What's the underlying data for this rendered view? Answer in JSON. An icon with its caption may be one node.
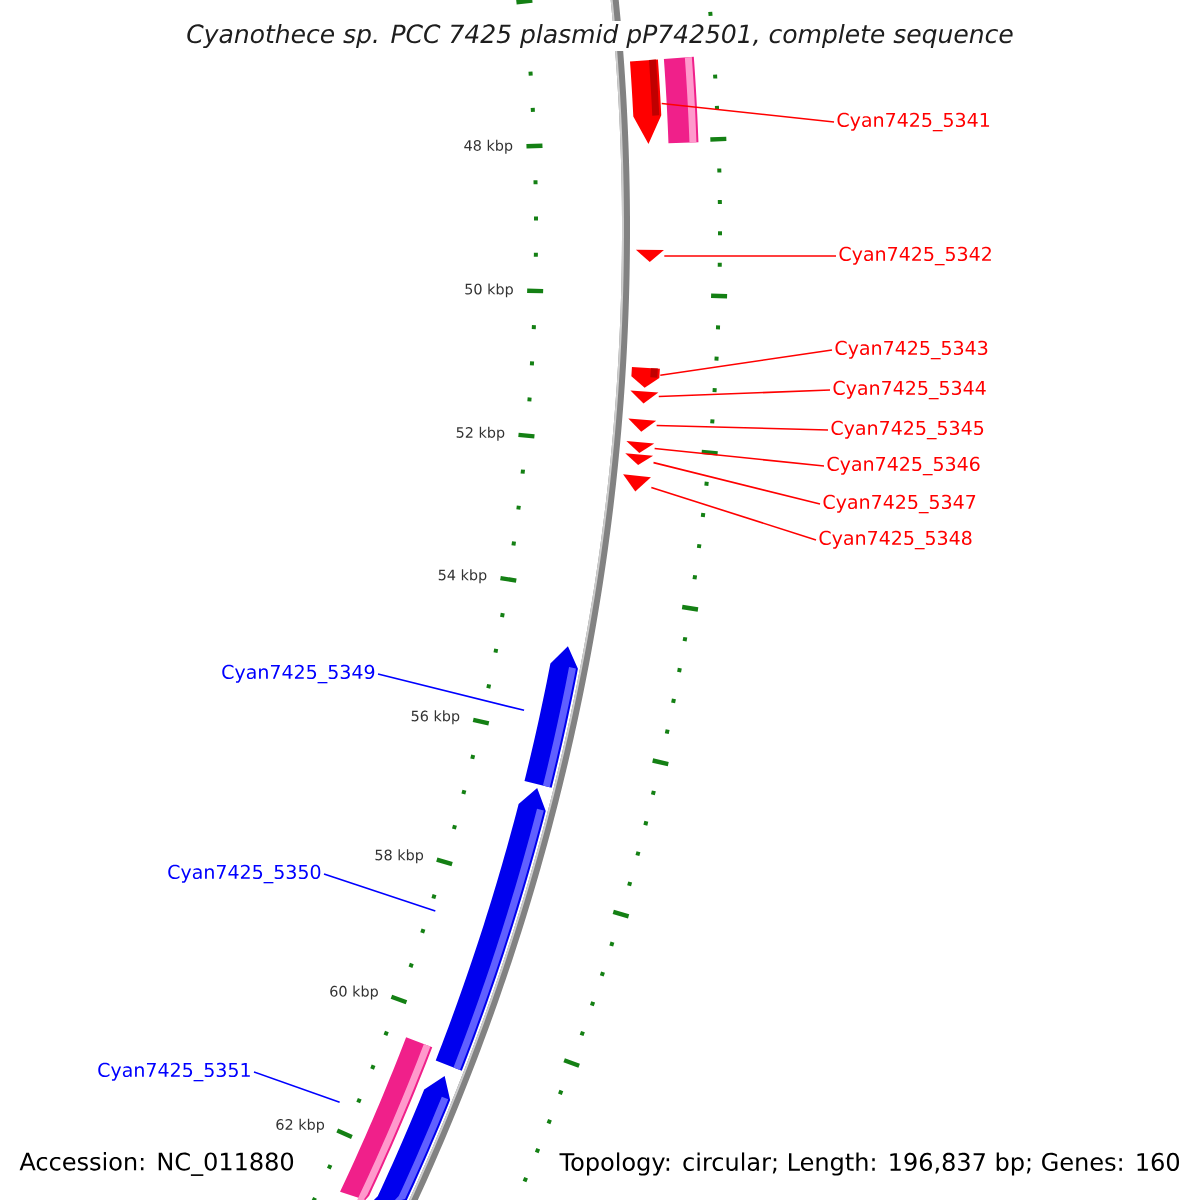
{
  "diagram": {
    "title": "Cyanothece sp. PCC 7425 plasmid pP742501, complete sequence",
    "nodes": [
      {
        "text": [
          "Cyan7425_5341"
        ]
      },
      {
        "text": [
          "Cyan7425_5342"
        ]
      },
      {
        "text": [
          "Cyan7425_5343"
        ]
      },
      {
        "text": [
          "Cyan7425_5344"
        ]
      },
      {
        "text": [
          "Cyan7425_5345"
        ]
      },
      {
        "text": [
          "Cyan7425_5346"
        ]
      },
      {
        "text": [
          "Cyan7425_5347"
        ]
      },
      {
        "text": [
          "Cyan7425_5348"
        ]
      },
      {
        "text": [
          "Cyan7425_5349"
        ]
      },
      {
        "text": [
          "Cyan7425_5350"
        ]
      },
      {
        "text": [
          "Cyan7425_5351"
        ]
      },
      {
        "text": [],
        "shape": "arrow"
      },
      {
        "text": [],
        "shape": "bar"
      },
      {
        "text": [],
        "shape": "arrow"
      },
      {
        "text": [],
        "shape": "arrow"
      },
      {
        "text": [],
        "shape": "arrow"
      },
      {
        "text": [],
        "shape": "arrow"
      },
      {
        "text": [],
        "shape": "arrow"
      },
      {
        "text": [],
        "shape": "arrow"
      },
      {
        "text": [],
        "shape": "arrow"
      },
      {
        "text": [],
        "shape": "arrow"
      },
      {
        "text": [],
        "shape": "arrow"
      },
      {
        "text": [],
        "shape": "bar"
      },
      {
        "text": [],
        "shape": "arrow"
      }
    ],
    "edges": [
      {
        "from": 0,
        "to": 11,
        "arrow": "none"
      },
      {
        "from": 1,
        "to": 13,
        "arrow": "none"
      },
      {
        "from": 2,
        "to": 14,
        "arrow": "none"
      },
      {
        "from": 3,
        "to": 15,
        "arrow": "none"
      },
      {
        "from": 4,
        "to": 16,
        "arrow": "none"
      },
      {
        "from": 5,
        "to": 17,
        "arrow": "none"
      },
      {
        "from": 6,
        "to": 18,
        "arrow": "none"
      },
      {
        "from": 7,
        "to": 19,
        "arrow": "none"
      },
      {
        "from": 8,
        "to": 20,
        "arrow": "none",
        "color": "#0000ff"
      },
      {
        "from": 9,
        "to": 21,
        "arrow": "none",
        "color": "#0000ff"
      },
      {
        "from": 10,
        "to": 22,
        "arrow": "none",
        "color": "#0000ff"
      }
    ],
    "labels": [
      "48 kbp",
      "50 kbp",
      "52 kbp",
      "54 kbp",
      "56 kbp",
      "58 kbp",
      "60 kbp",
      "62 kbp",
      "Accession: NC_011880",
      "Topology: circular; Length: 196,837 bp; Genes: 160"
    ]
  }
}
